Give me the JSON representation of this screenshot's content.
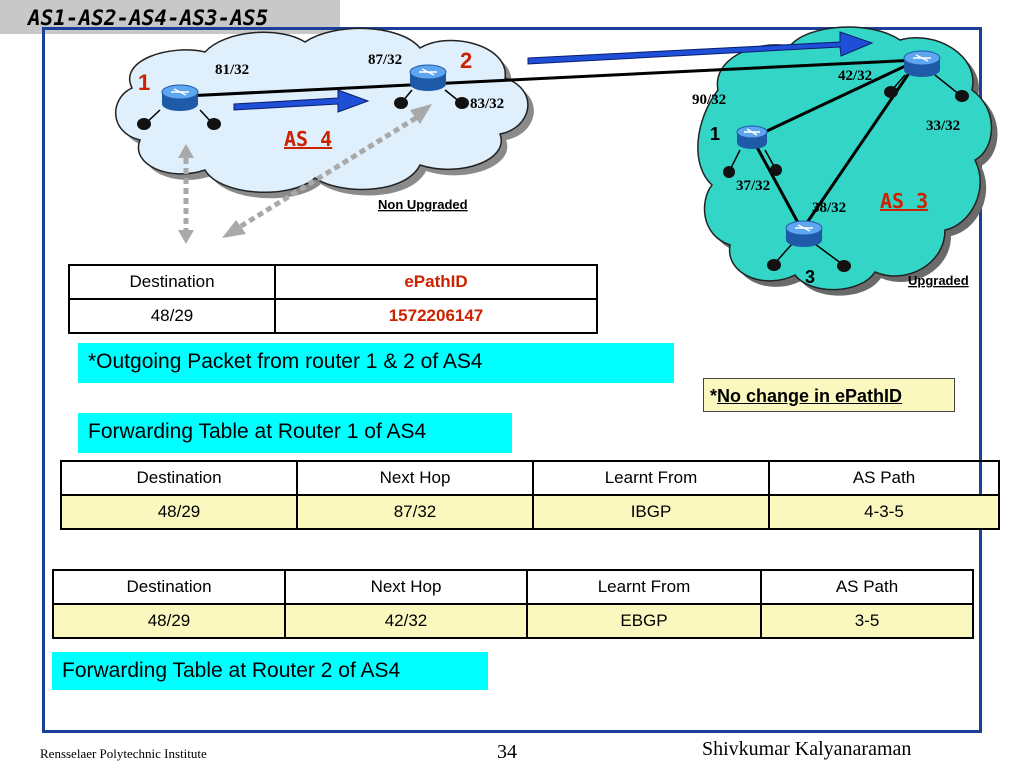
{
  "title": "AS1-AS2-AS4-AS3-AS5",
  "diagram": {
    "as4": {
      "name": "AS 4",
      "status": "Non Upgraded",
      "router1_num": "1",
      "router2_num": "2",
      "prefix_81": "81/32",
      "prefix_87": "87/32",
      "prefix_83": "83/32"
    },
    "as3": {
      "name": "AS 3",
      "status": "Upgraded",
      "router1_num": "1",
      "router3_num": "3",
      "prefix_90": "90/32",
      "prefix_42": "42/32",
      "prefix_33": "33/32",
      "prefix_37": "37/32",
      "prefix_38": "38/32"
    }
  },
  "epath_table": {
    "headers": [
      "Destination",
      "ePathID"
    ],
    "row": [
      "48/29",
      "1572206147"
    ]
  },
  "outgoing_note": "*Outgoing Packet from router 1 &  2 of AS4",
  "nochange_note": {
    "star": "*",
    "text": "No change in ePathID"
  },
  "fwd_table_1": {
    "caption": "Forwarding Table at Router 1 of AS4",
    "headers": [
      "Destination",
      "Next Hop",
      "Learnt From",
      "AS Path"
    ],
    "row": [
      "48/29",
      "87/32",
      "IBGP",
      "4-3-5"
    ]
  },
  "fwd_table_2": {
    "caption": "Forwarding Table at Router 2 of AS4",
    "headers": [
      "Destination",
      "Next Hop",
      "Learnt From",
      "AS Path"
    ],
    "row": [
      "48/29",
      "42/32",
      "EBGP",
      "3-5"
    ]
  },
  "footer": {
    "institute": "Rensselaer Polytechnic Institute",
    "page_number": "34",
    "author": "Shivkumar Kalyanaraman"
  },
  "colors": {
    "frame": "#1c3f9a",
    "as4_cloud": "#dfeffb",
    "as3_cloud": "#33d6c6",
    "router": "#2f74c8",
    "arrow": "#1f4fd6",
    "accent_red": "#cc2200",
    "cyan_box": "#00ffff",
    "table_row": "#fbf8bf"
  },
  "icons": [
    "router-icon",
    "host-icon",
    "arrow-icon"
  ]
}
